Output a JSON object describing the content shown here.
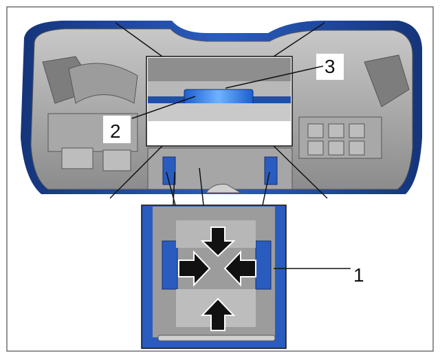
{
  "callouts": {
    "c1": "1",
    "c2": "2",
    "c3": "3"
  },
  "colors": {
    "frame": "#6f6f6f",
    "panel_blue": "#1f4fa8",
    "panel_gray": "#9a9a9a",
    "highlight_blue": "#2f7fe0",
    "arrow_fill": "#111111"
  },
  "icons": {
    "arrows": [
      "arrow-down-icon",
      "arrow-right-icon",
      "arrow-left-icon",
      "arrow-up-icon"
    ]
  }
}
